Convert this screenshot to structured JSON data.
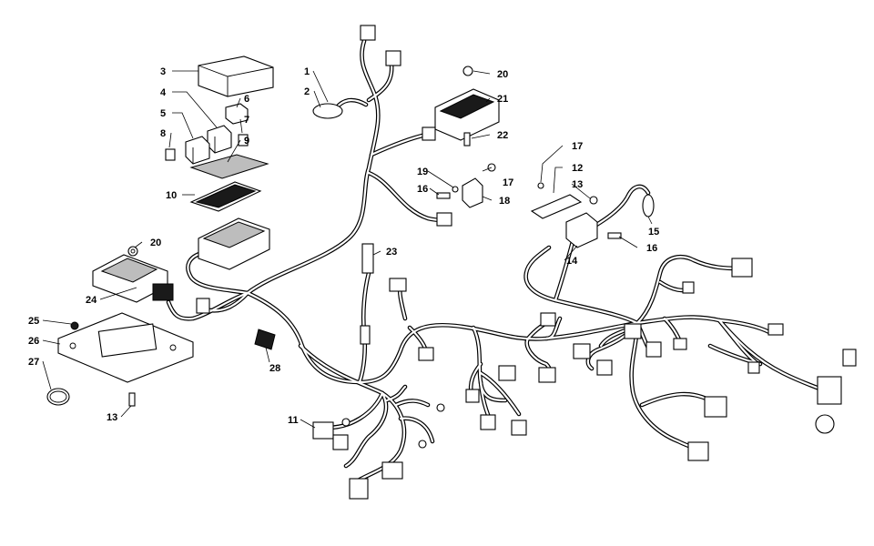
{
  "diagram": {
    "type": "exploded parts diagram",
    "callouts": [
      {
        "num": "1"
      },
      {
        "num": "2"
      },
      {
        "num": "3"
      },
      {
        "num": "4"
      },
      {
        "num": "5"
      },
      {
        "num": "6"
      },
      {
        "num": "7"
      },
      {
        "num": "8"
      },
      {
        "num": "9"
      },
      {
        "num": "10"
      },
      {
        "num": "11"
      },
      {
        "num": "12"
      },
      {
        "num": "13"
      },
      {
        "num": "13"
      },
      {
        "num": "14"
      },
      {
        "num": "15"
      },
      {
        "num": "16"
      },
      {
        "num": "16"
      },
      {
        "num": "17"
      },
      {
        "num": "17"
      },
      {
        "num": "18"
      },
      {
        "num": "19"
      },
      {
        "num": "20"
      },
      {
        "num": "20"
      },
      {
        "num": "21"
      },
      {
        "num": "22"
      },
      {
        "num": "23"
      },
      {
        "num": "24"
      },
      {
        "num": "25"
      },
      {
        "num": "26"
      },
      {
        "num": "27"
      },
      {
        "num": "28"
      }
    ]
  }
}
